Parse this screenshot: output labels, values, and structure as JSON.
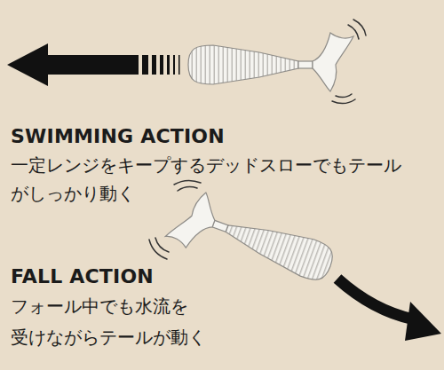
{
  "diagram": {
    "labels": [
      "SWIMMING ACTION",
      "一定レンジをキープするデッドスローでもテール がしっかり動く",
      "FALL ACTION",
      "フォール中でも水流を 受けながらテールが動く"
    ]
  }
}
